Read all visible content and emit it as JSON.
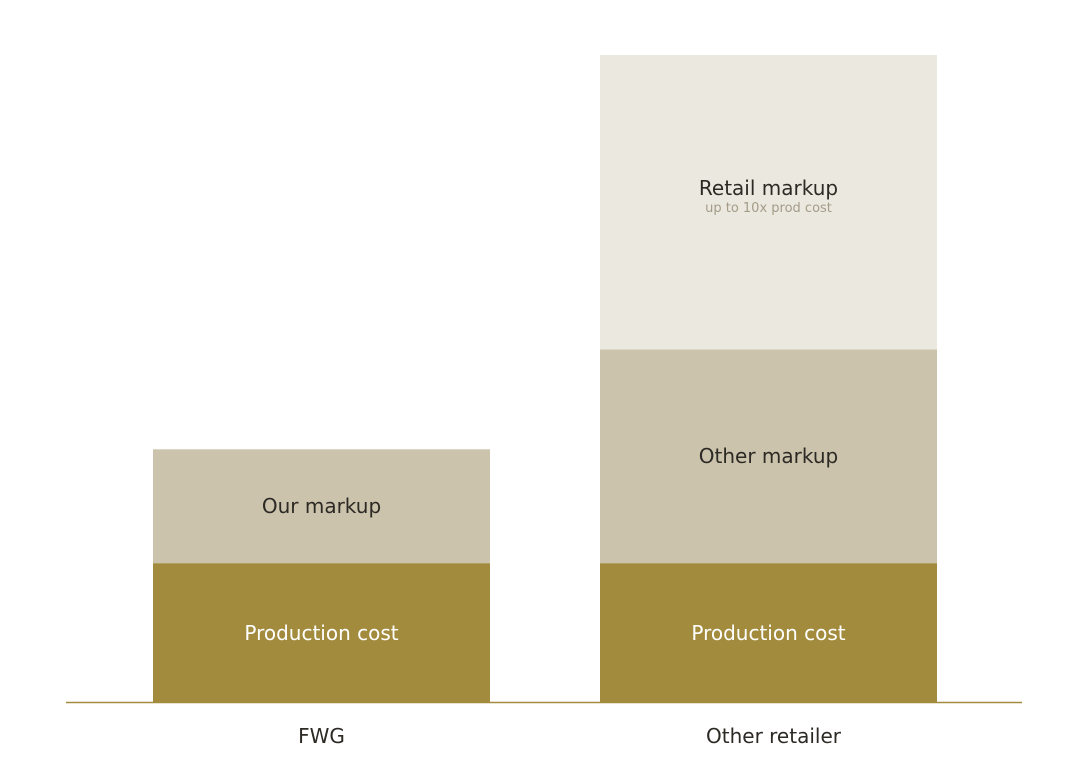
{
  "chart_data": {
    "type": "bar",
    "stacked": true,
    "title": "",
    "xlabel": "",
    "ylabel": "",
    "grid": false,
    "categories": [
      "FWG",
      "Other retailer"
    ],
    "ylim": [
      0,
      4.66
    ],
    "series": [
      {
        "name": "Production cost",
        "color": "#a28b3c",
        "text_color": "#ffffff",
        "values": [
          1.0,
          1.0
        ],
        "labels": [
          "Production cost",
          "Production cost"
        ]
      },
      {
        "name": "Markup",
        "color": "#cbc3ac",
        "text_color": "#2d2a25",
        "values": [
          0.82,
          1.54
        ],
        "labels": [
          "Our markup",
          "Other markup"
        ]
      },
      {
        "name": "Retail markup",
        "color": "#ebe8e0",
        "text_color": "#2d2a25",
        "values": [
          0,
          2.12
        ],
        "labels": [
          "",
          "Retail markup"
        ],
        "sublabels": [
          "",
          "up to 10x prod cost"
        ]
      }
    ],
    "baseline_color": "#a28b3c"
  }
}
